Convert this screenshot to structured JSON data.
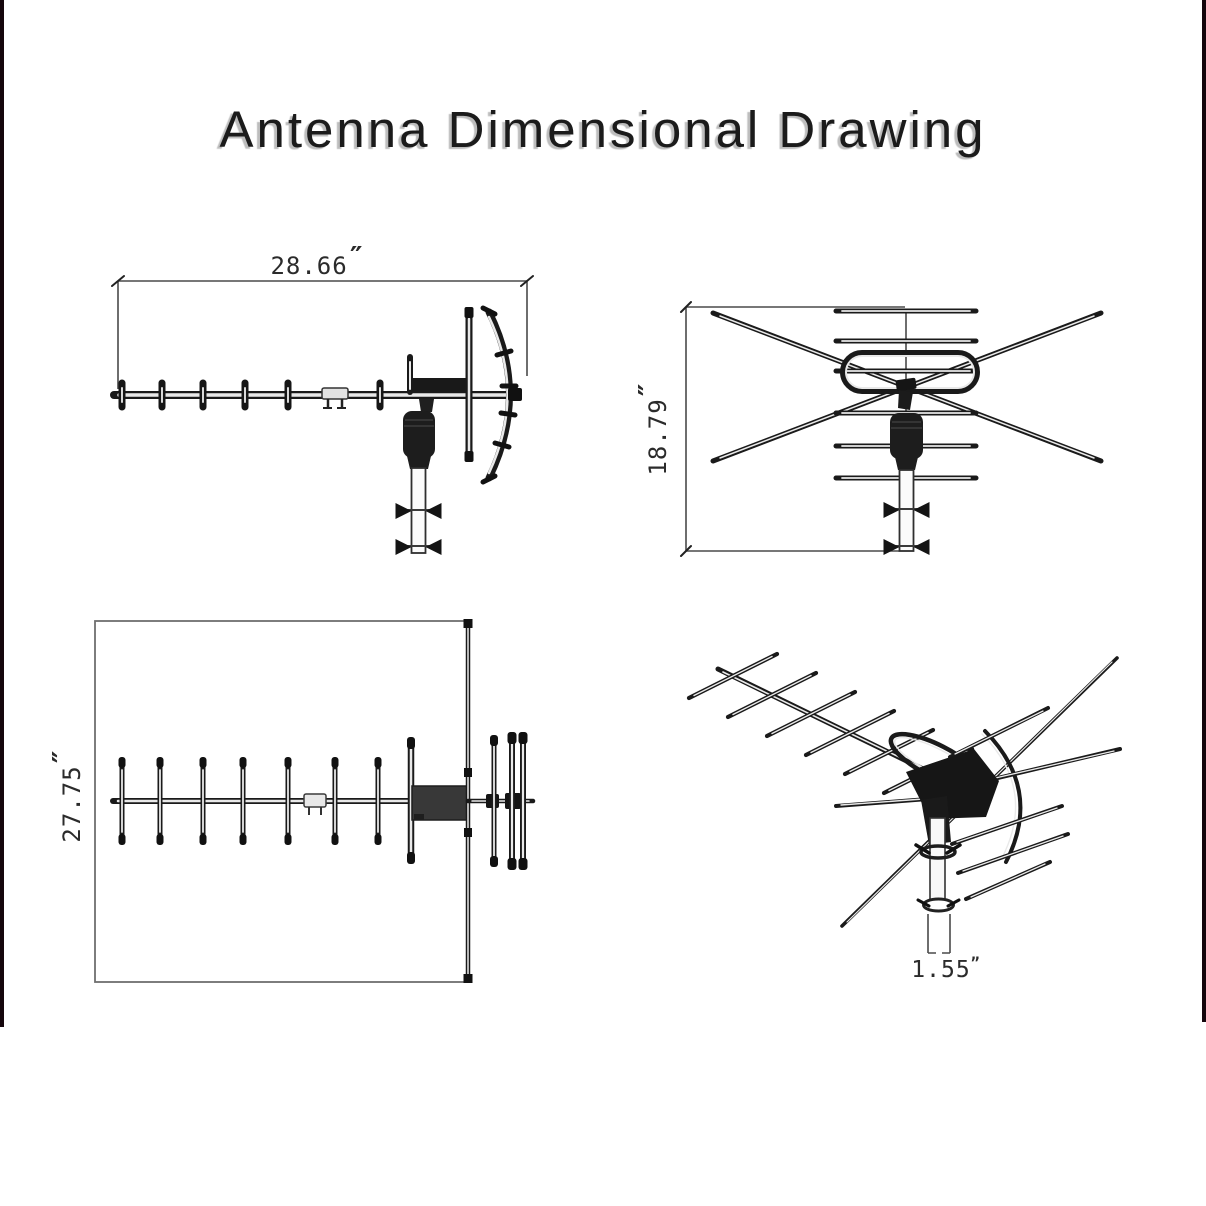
{
  "title": "Antenna Dimensional Drawing",
  "views": {
    "side": {
      "dimension_value": "28.66",
      "dimension_unit": "″"
    },
    "front": {
      "dimension_value": "18.79",
      "dimension_unit": "″"
    },
    "top": {
      "dimension_value": "27.75",
      "dimension_unit": "″"
    },
    "perspective": {
      "dimension_value": "1.55",
      "dimension_unit": "”"
    }
  },
  "colors": {
    "ink": "#1a1a1a",
    "title_shadow": "#bdbdbd",
    "page_edge": "#15060c"
  }
}
